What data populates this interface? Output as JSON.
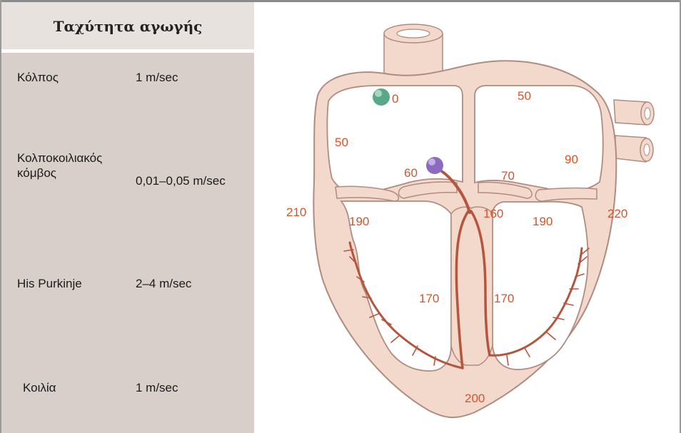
{
  "table": {
    "title": "Ταχύτητα αγωγής",
    "rows": [
      {
        "label": "Κόλπος",
        "value": "1 m/sec"
      },
      {
        "label_line1": "Κολποκοιλιακός",
        "label_line2": "κόμβος",
        "value": "0,01–0,05 m/sec"
      },
      {
        "label": "His Purkinje",
        "value": "2–4 m/sec"
      },
      {
        "label": "Κοιλία",
        "value": "1 m/sec"
      }
    ]
  },
  "diagram": {
    "times": {
      "sa_node": "0",
      "left_atrium": "50",
      "right_atrium_wall": "50",
      "left_atrium_lateral": "90",
      "av_node": "60",
      "his": "70",
      "rv_wall": "210",
      "rv_septum": "190",
      "lv_septum": "160",
      "lv_inner": "190",
      "lv_wall": "220",
      "septum_right": "170",
      "septum_left": "170",
      "apex": "200"
    },
    "colors": {
      "muscle": "#f3d8cc",
      "outline": "#b08b80",
      "chamber": "#ffffff",
      "conduction": "#b6553e",
      "sa_node": "#5aa88a",
      "av_node": "#8c6ac0",
      "label": "#d6542a"
    }
  }
}
